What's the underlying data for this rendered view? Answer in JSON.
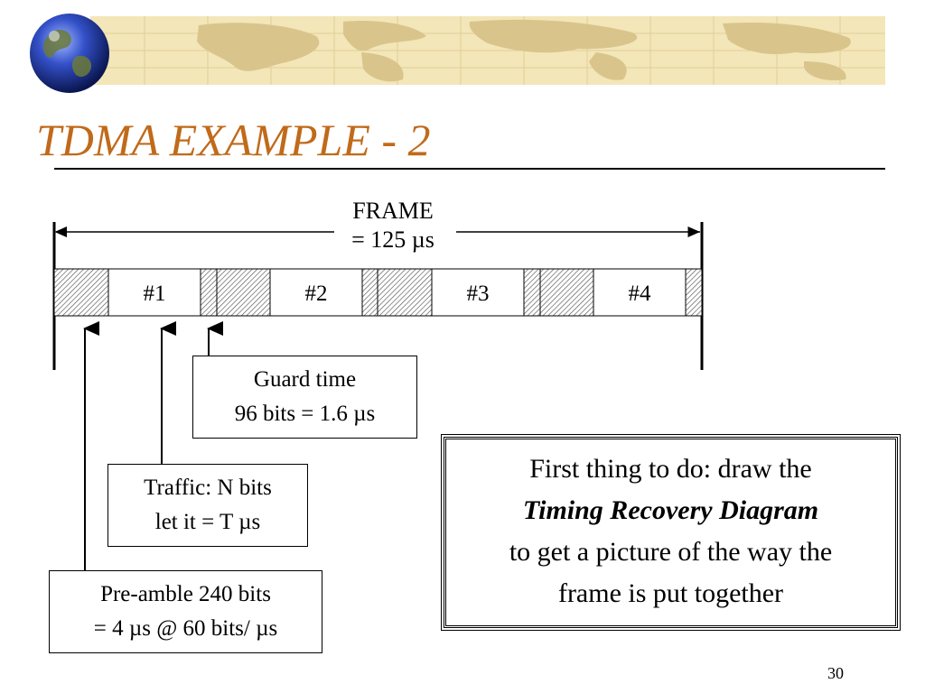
{
  "title": "TDMA EXAMPLE - 2",
  "frame": {
    "label_line1": "FRAME",
    "label_line2": "= 125 µs",
    "slots": [
      "#1",
      "#2",
      "#3",
      "#4"
    ]
  },
  "callouts": {
    "guard": {
      "line1": "Guard time",
      "line2": "96 bits = 1.6 µs"
    },
    "traffic": {
      "line1": "Traffic: N bits",
      "line2": "let it = T µs"
    },
    "preamble": {
      "line1": "Pre-amble 240 bits",
      "line2": "= 4 µs @ 60 bits/ µs"
    }
  },
  "note": {
    "line1": "First thing to do: draw the",
    "line2": "Timing Recovery Diagram",
    "line3": "to get a picture of the way the",
    "line4": "frame is put together"
  },
  "page_number": "30",
  "colors": {
    "title": "#c06a1a",
    "map_background": "#f3e6b8",
    "map_land": "#d9c58c"
  }
}
